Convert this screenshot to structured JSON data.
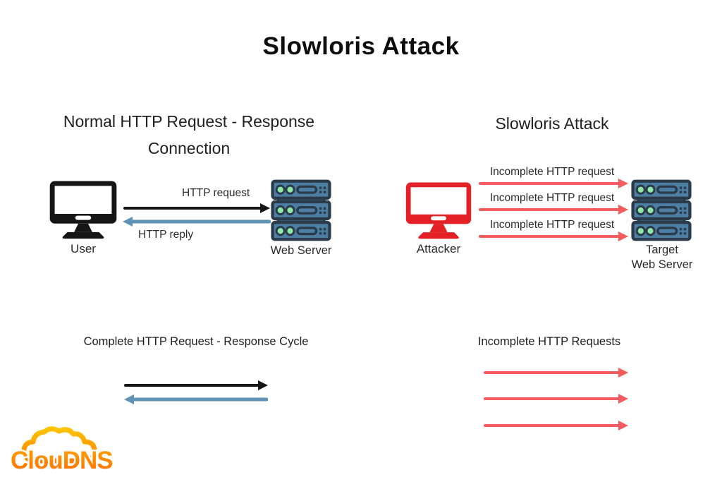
{
  "title": "Slowloris Attack",
  "left_section": {
    "heading_line1": "Normal HTTP Request - Response",
    "heading_line2": "Connection",
    "user_label": "User",
    "server_label": "Web Server",
    "request_arrow_label": "HTTP request",
    "reply_arrow_label": "HTTP reply",
    "legend_title": "Complete HTTP Request - Response Cycle"
  },
  "right_section": {
    "heading": "Slowloris Attack",
    "attacker_label": "Attacker",
    "server_label_line1": "Target",
    "server_label_line2": "Web Server",
    "arrow_labels": [
      "Incomplete HTTP request",
      "Incomplete HTTP request",
      "Incomplete HTTP request"
    ],
    "legend_title": "Incomplete HTTP Requests"
  },
  "logo": {
    "text": "ClouDNS"
  },
  "colors": {
    "request_black": "#161616",
    "reply_blue": "#5f92b5",
    "attack_red": "#f65c5e",
    "attacker_monitor_red": "#e32026",
    "user_monitor_black": "#161616",
    "server_body_blue": "#4d7ea3",
    "server_outline": "#2b3b4a",
    "led_green": "#90e8a6",
    "logo_orange": "#ff8400"
  }
}
